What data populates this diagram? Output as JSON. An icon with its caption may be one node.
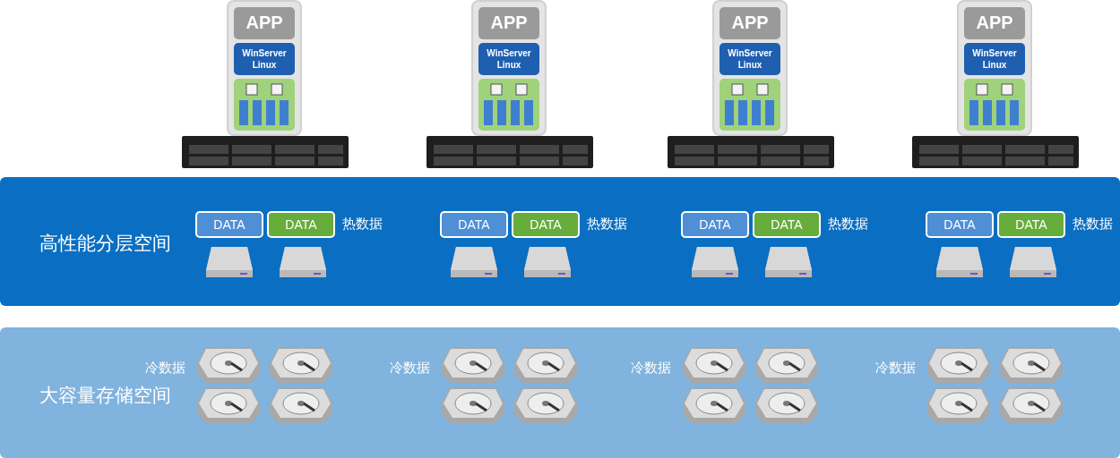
{
  "diagram": {
    "nodes": [
      {
        "text": [],
        "shape": "box"
      },
      {
        "text": [
          "APP"
        ],
        "in": 0
      },
      {
        "text": [
          "WinServer Linux"
        ],
        "in": 0
      },
      {
        "text": [],
        "shape": "box"
      },
      {
        "text": [
          "APP"
        ],
        "in": 3
      },
      {
        "text": [
          "WinServer Linux"
        ],
        "in": 3
      },
      {
        "text": [],
        "shape": "box"
      },
      {
        "text": [
          "APP"
        ],
        "in": 6
      },
      {
        "text": [
          "WinServer Linux"
        ],
        "in": 6
      },
      {
        "text": [],
        "shape": "box"
      },
      {
        "text": [
          "APP"
        ],
        "in": 9
      },
      {
        "text": [
          "WinServer Linux"
        ],
        "in": 9
      },
      {
        "text": [
          "高性能分层空间"
        ]
      },
      {
        "text": [
          "DATA"
        ],
        "in": 12
      },
      {
        "text": [
          "DATA"
        ],
        "in": 12,
        "beside": [
          "热数据"
        ]
      },
      {
        "text": [
          "DATA"
        ],
        "in": 12
      },
      {
        "text": [
          "DATA"
        ],
        "in": 12,
        "beside": [
          "热数据"
        ]
      },
      {
        "text": [
          "DATA"
        ],
        "in": 12
      },
      {
        "text": [
          "DATA"
        ],
        "in": 12,
        "beside": [
          "热数据"
        ]
      },
      {
        "text": [
          "DATA"
        ],
        "in": 12
      },
      {
        "text": [
          "DATA"
        ],
        "in": 12,
        "beside": [
          "热数据"
        ]
      },
      {
        "text": [
          "大容量存储空间"
        ]
      }
    ],
    "edges": [],
    "labels": [
      "冷数据",
      "冷数据",
      "冷数据",
      "冷数据"
    ]
  }
}
